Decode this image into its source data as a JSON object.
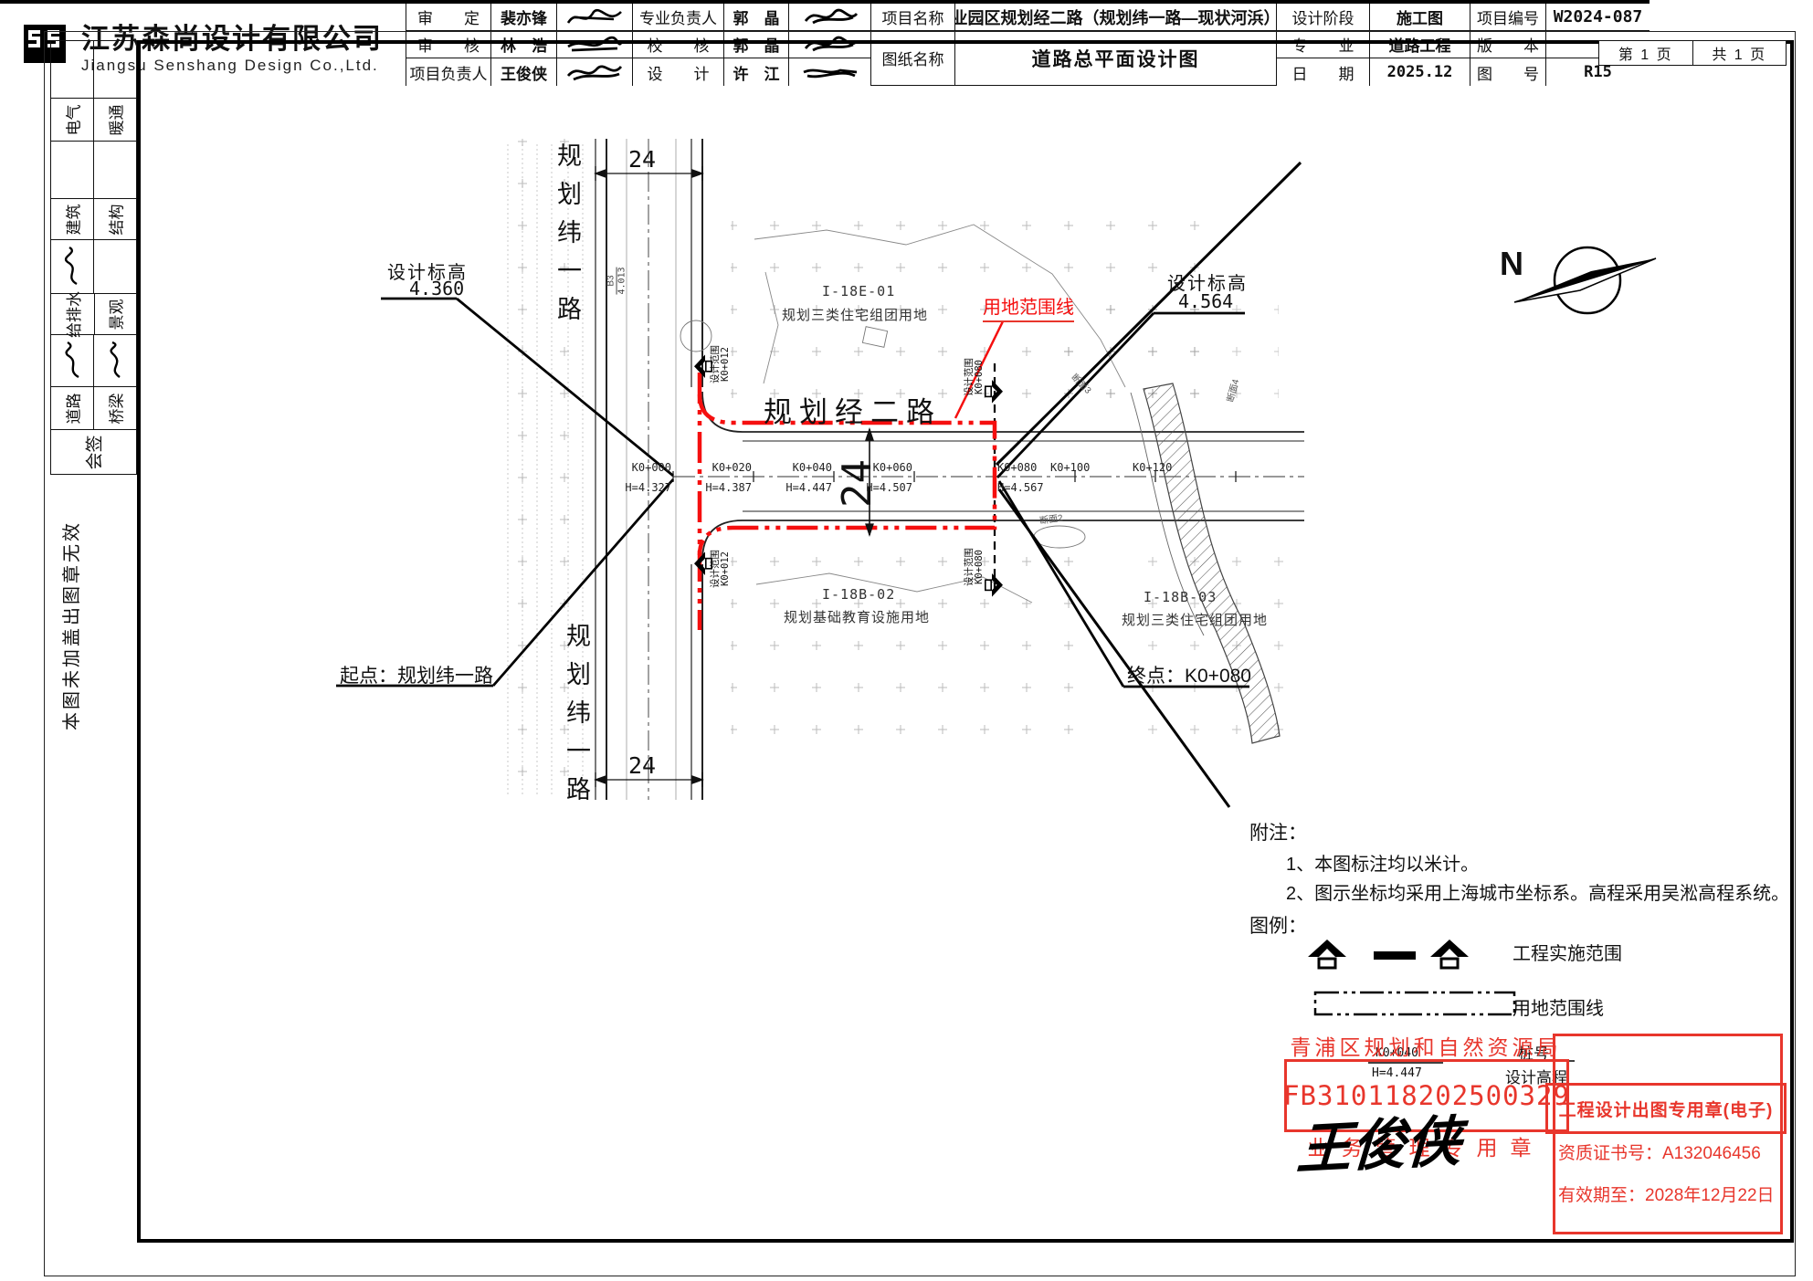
{
  "colors": {
    "boundary_red": "#f50f0f",
    "stamp_red": "#e8362c",
    "line_black": "#111111"
  },
  "page": {
    "page_no": "第 1 页",
    "page_total": "共 1 页",
    "invalid_note": "本图未加盖出图章无效"
  },
  "signoff": {
    "title": "会签",
    "pairs": [
      {
        "a": "电气",
        "b": "暖通"
      },
      {
        "a": "建筑",
        "b": "结构"
      },
      {
        "a": "给排水",
        "b": "景观"
      },
      {
        "a": "道路",
        "b": "桥梁"
      }
    ]
  },
  "map": {
    "road_vertical": "规划纬一路",
    "road_horizontal": "规划经二路",
    "width_dim": "24",
    "north": "N",
    "boundary_label": "用地范围线",
    "elev_start": {
      "label": "设计标高",
      "value": "4.360"
    },
    "elev_end": {
      "label": "设计标高",
      "value": "4.564"
    },
    "start_callout": "起点：规划纬一路",
    "end_callout": "终点：K0+080",
    "scope_start": {
      "line1": "设计范围",
      "line2": "K0+012"
    },
    "scope_end": {
      "line1": "设计范围",
      "line2": "K0+080"
    },
    "stations": [
      {
        "label": "K0+000",
        "h": "H=4.327"
      },
      {
        "label": "K0+020",
        "h": "H=4.387"
      },
      {
        "label": "K0+040",
        "h": "H=4.447"
      },
      {
        "label": "K0+060",
        "h": "H=4.507"
      },
      {
        "label": "K0+080",
        "h": "H=4.567"
      },
      {
        "label": "K0+100",
        "h": ""
      },
      {
        "label": "K0+120",
        "h": ""
      }
    ],
    "parcels": [
      {
        "code": "I-18E-01",
        "name": "规划三类住宅组团用地"
      },
      {
        "code": "I-18B-02",
        "name": "规划基础教育设施用地"
      },
      {
        "code": "I-18B-03",
        "name": "规划三类住宅组团用地"
      }
    ],
    "sections": [
      "断面2",
      "断面3",
      "断面4"
    ],
    "spot": {
      "code": "B3",
      "value": "4.013"
    }
  },
  "notes": {
    "title": "附注：",
    "items": [
      "1、本图标注均以米计。",
      "2、图示坐标均采用上海城市坐标系。高程采用吴淞高程系统。"
    ]
  },
  "legend": {
    "title": "图例：",
    "items": [
      {
        "label": "工程实施范围"
      },
      {
        "label": "用地范围线"
      }
    ],
    "station_example": {
      "top": "K0+040",
      "bottom": "H=4.447",
      "label_top": "桩号",
      "label_bottom": "设计高程"
    }
  },
  "stamps": {
    "authority": {
      "arc": "青浦区规划和自然资源局",
      "number": "FB310118202500329",
      "bottom": "业务管理专用章"
    },
    "signature": "王俊侠",
    "eseal": {
      "title": "工程设计出图专用章(电子)",
      "cert": "资质证书号：A132046456",
      "valid": "有效期至：2028年12月22日"
    }
  },
  "titleblock": {
    "company_cn": "江苏森尚设计有限公司",
    "company_en": "Jiangsu Senshang Design Co.,Ltd.",
    "rows": [
      {
        "label_a": "审　　定",
        "name_a": "裴亦锋",
        "label_b": "专业负责人",
        "name_b": "郭　晶"
      },
      {
        "label_a": "审　　核",
        "name_a": "林　浩",
        "label_b": "校　　核",
        "name_b": "郭　晶"
      },
      {
        "label_a": "项目负责人",
        "name_a": "王俊侠",
        "label_b": "设　　计",
        "name_b": "许　江"
      }
    ],
    "project_label": "项目名称",
    "project_name": "青浦区工业园区规划经二路（规划纬一路—现状河浜）新建工程",
    "drawing_label": "图纸名称",
    "drawing_name": "道路总平面设计图",
    "stage_label": "设计阶段",
    "stage": "施工图",
    "major_label": "专　　业",
    "major": "道路工程",
    "date_label": "日　　期",
    "date": "2025.12",
    "projno_label": "项目编号",
    "projno": "W2024-087",
    "version_label": "版　　本",
    "version": "",
    "figno_label": "图　　号",
    "figno": "R15"
  }
}
